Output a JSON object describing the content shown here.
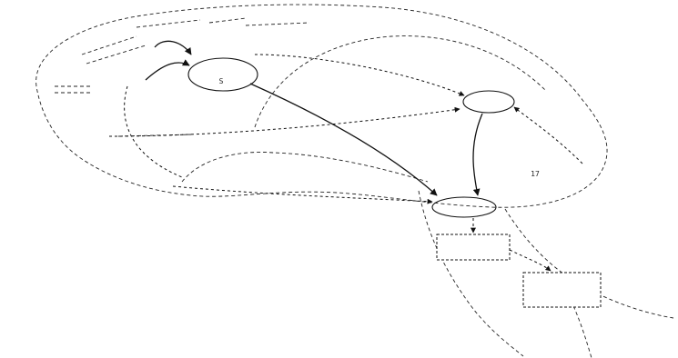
{
  "diagram": {
    "nodes": [
      {
        "id": "center-top",
        "label": "S"
      },
      {
        "id": "right-mid",
        "label": ""
      },
      {
        "id": "lower-center",
        "label": ""
      },
      {
        "id": "box-1",
        "label": ""
      },
      {
        "id": "box-2",
        "label": ""
      },
      {
        "id": "far-right",
        "label": "17"
      }
    ],
    "colors": {
      "ink": "#111111",
      "background": "#ffffff"
    }
  }
}
